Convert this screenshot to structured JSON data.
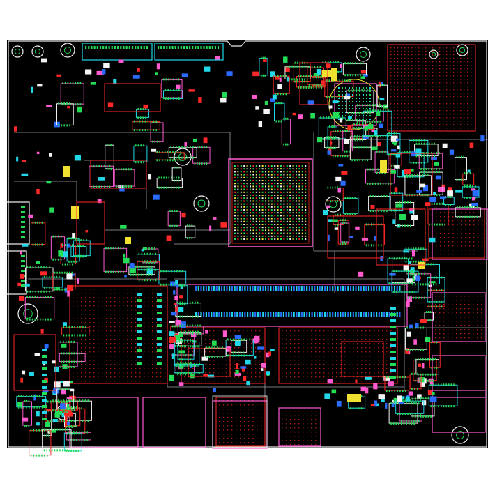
{
  "viewer": {
    "background": "#ffffff",
    "board_fill": "#000000"
  },
  "layers": {
    "outline": "#e8e8e8",
    "silkscreen": "#ff5ad0",
    "copper_top": "#ff2828",
    "copper_inner": "#b01818",
    "pads_green": "#22dd55",
    "pads_cyan": "#22d8e8",
    "pads_blue": "#2a6cff",
    "pads_yellow": "#f0e030",
    "pads_white": "#f4f4f4",
    "routing": "#9aa0a8"
  },
  "board": {
    "title": "",
    "components": [
      {
        "name": "bga-processor",
        "kind": "bga"
      },
      {
        "name": "bga-side-chip",
        "kind": "bga"
      },
      {
        "name": "board-to-board-connector",
        "kind": "connector"
      },
      {
        "name": "usb-connector",
        "kind": "connector"
      },
      {
        "name": "ethernet-jack",
        "kind": "connector"
      },
      {
        "name": "hdmi-connector",
        "kind": "connector"
      },
      {
        "name": "mounting-hole",
        "kind": "hole"
      },
      {
        "name": "pin-header",
        "kind": "header"
      }
    ]
  }
}
